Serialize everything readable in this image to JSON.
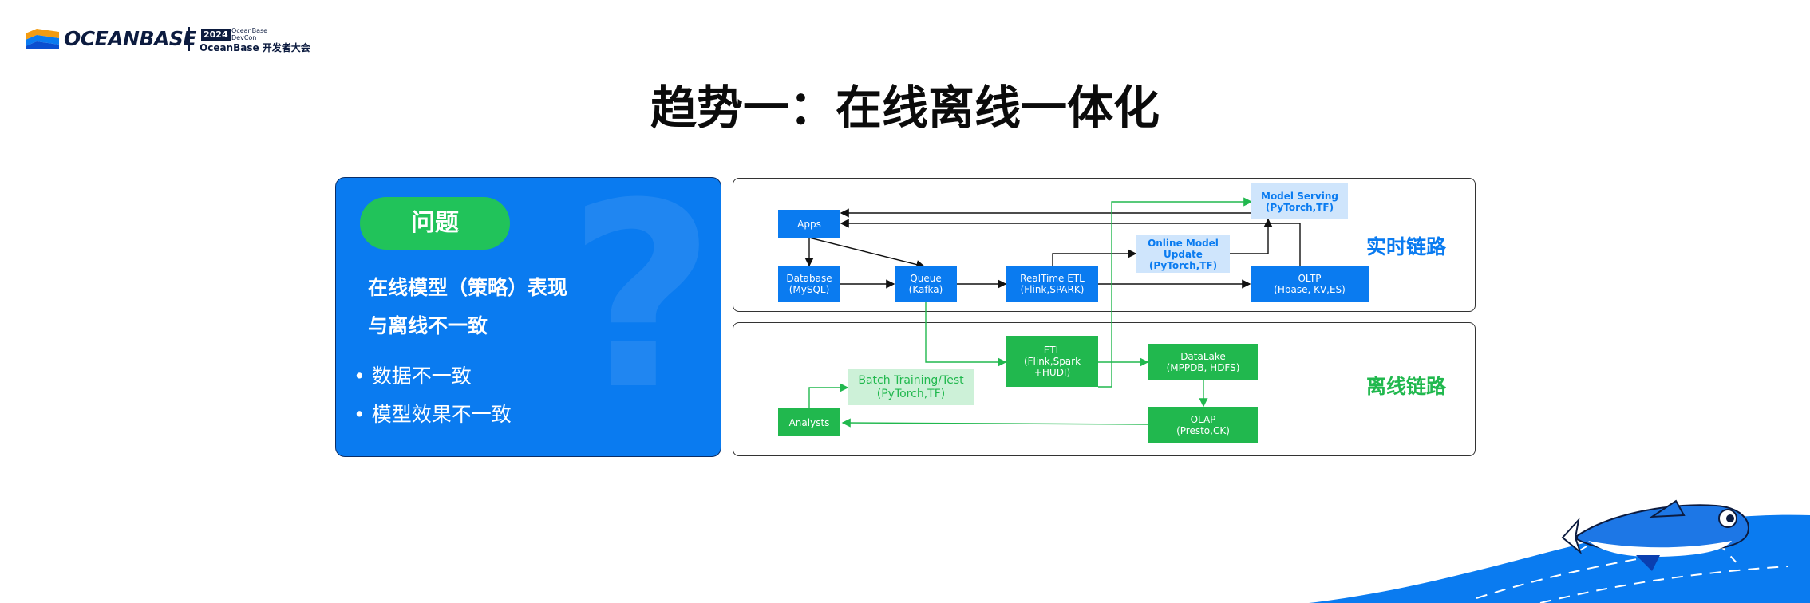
{
  "header": {
    "logo_text": "OCEANBASE",
    "badge_year": "2024",
    "badge_brand_line1": "OceanBase",
    "badge_brand_line2": "DevCon",
    "conference": "OceanBase 开发者大会"
  },
  "title": "趋势一：在线离线一体化",
  "problem": {
    "pill": "问题",
    "background_glyph": "?",
    "lead_line1": "在线模型（策略）表现",
    "lead_line2": "与离线不一致",
    "bullets": [
      "数据不一致",
      "模型效果不一致"
    ]
  },
  "diagram": {
    "lanes": {
      "realtime": "实时链路",
      "offline": "离线链路"
    },
    "nodes": {
      "apps": "Apps",
      "database": "Database\n(MySQL)",
      "queue": "Queue\n(Kafka)",
      "realtime_etl": "RealTime ETL\n(Flink,SPARK)",
      "online_model_update": "Online Model\nUpdate\n(PyTorch,TF)",
      "model_serving": "Model Serving\n(PyTorch,TF)",
      "oltp": "OLTP\n(Hbase, KV,ES)",
      "etl": "ETL\n(Flink,Spark\n+HUDI)",
      "datalake": "DataLake\n(MPPDB, HDFS)",
      "batch_training": "Batch Training/Test\n(PyTorch,TF)",
      "analysts": "Analysts",
      "olap": "OLAP\n(Presto,CK)"
    },
    "colors": {
      "blue": "#0a7bf0",
      "green": "#21b84e",
      "light_blue": "#cfe5fc",
      "light_green": "#cdf1d8"
    }
  }
}
